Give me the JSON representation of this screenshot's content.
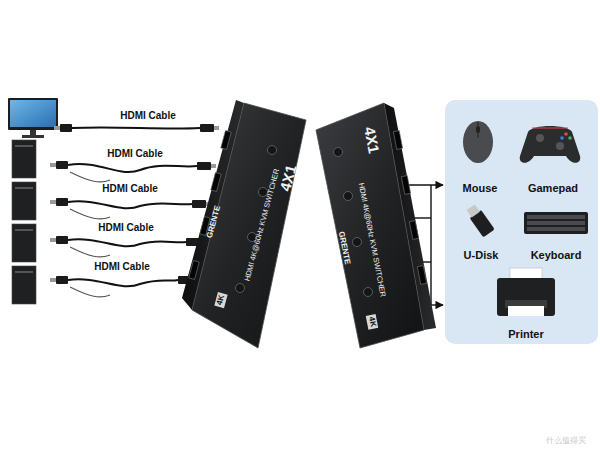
{
  "diagram": {
    "nodes": [
      {
        "text": [
          "4K",
          "HDMI 4K@60Hz KVM SWITCHER",
          "4X1",
          "GRENTE"
        ]
      },
      {
        "text": [
          "4K",
          "HDMI 4K@60Hz KVM SWITCHER",
          "4X1",
          "GRENTE"
        ]
      }
    ],
    "labels": [
      "HDMI Cable",
      "HDMI Cable",
      "HDMI Cable",
      "HDMI Cable",
      "HDMI Cable",
      "Mouse",
      "Gamepad",
      "U-Disk",
      "Keyboard",
      "Printer",
      "什么值得买"
    ]
  }
}
